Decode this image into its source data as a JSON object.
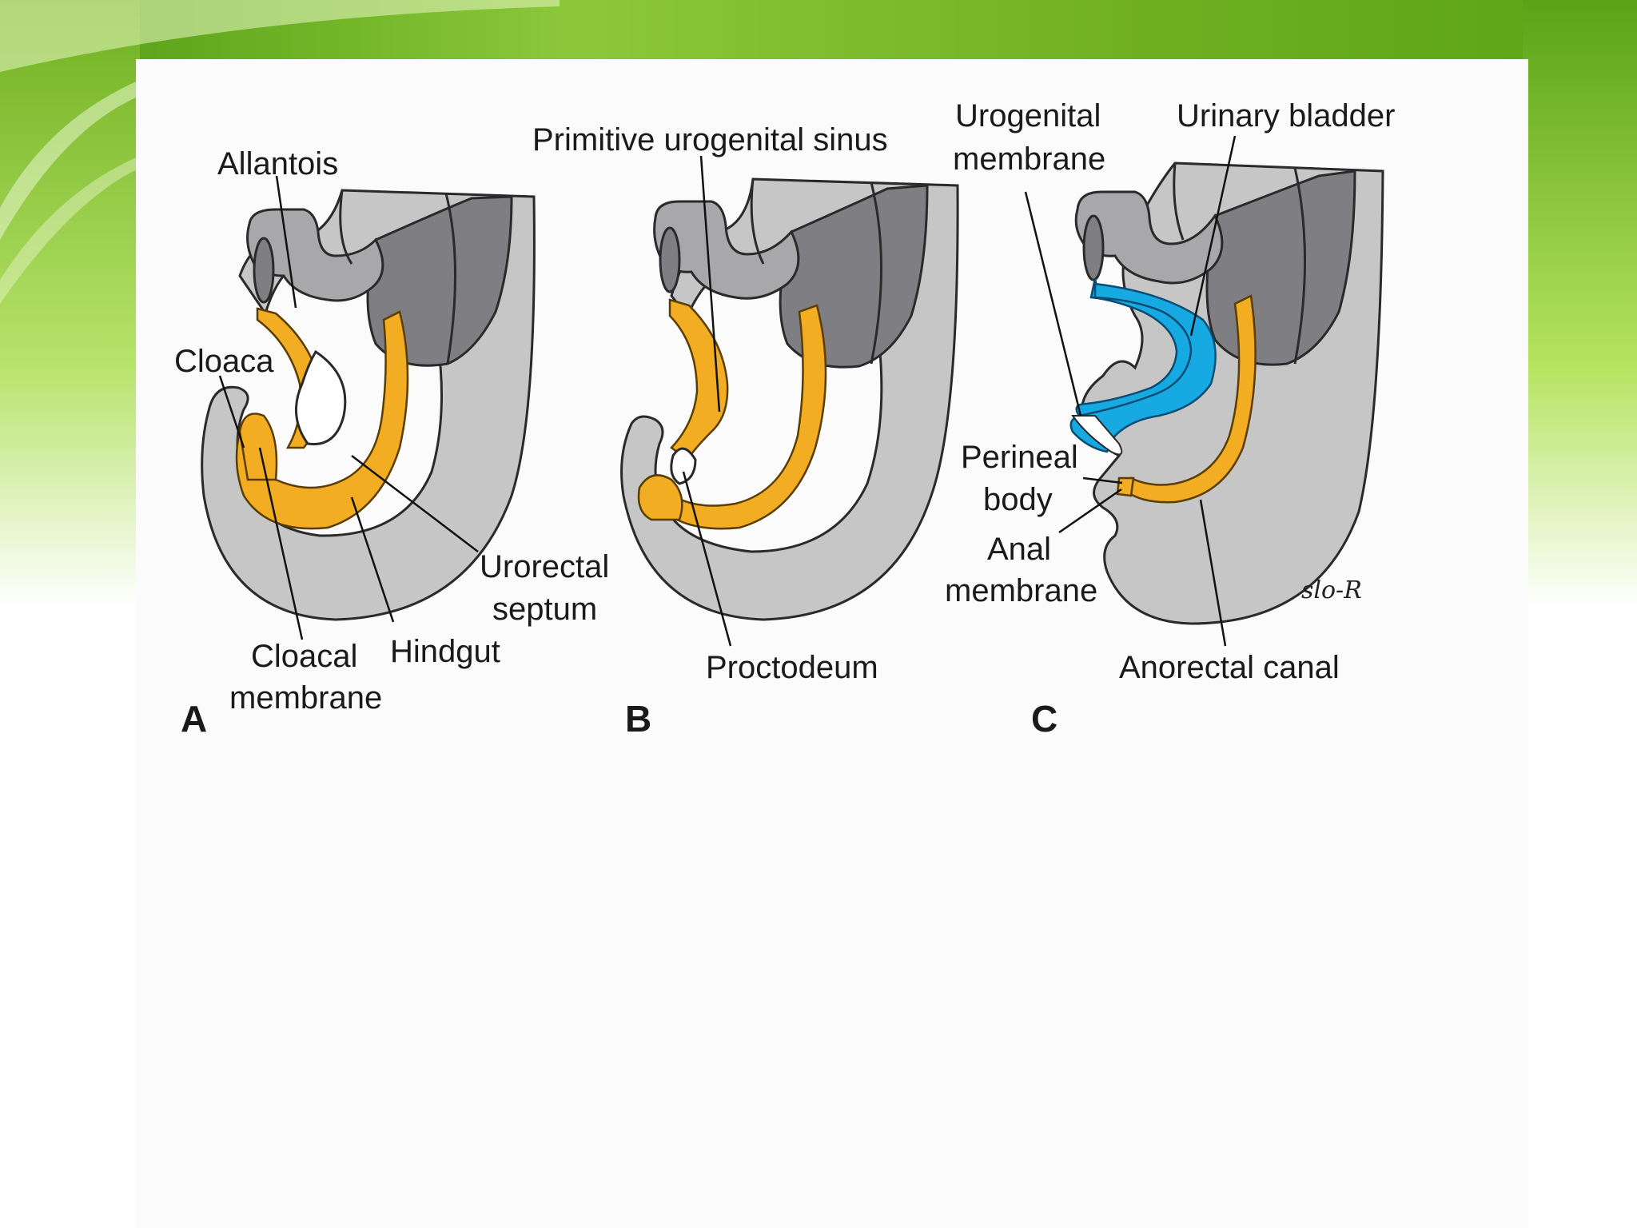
{
  "slide": {
    "theme_colors": {
      "green_dark": "#4f9a12",
      "green_light": "#a9dc4a",
      "organ_gold": "#f3ad22",
      "organ_blue": "#17a9e1",
      "tissue_gray": "#c6c6c6"
    }
  },
  "figure": {
    "panels": [
      {
        "letter": "A",
        "labels": {
          "allantois": "Allantois",
          "cloaca": "Cloaca",
          "urorectal_septum_1": "Urorectal",
          "urorectal_septum_2": "septum",
          "cloacal_membrane_1": "Cloacal",
          "cloacal_membrane_2": "membrane",
          "hindgut": "Hindgut"
        }
      },
      {
        "letter": "B",
        "labels": {
          "primitive_urogenital_sinus": "Primitive urogenital sinus",
          "proctodeum": "Proctodeum"
        }
      },
      {
        "letter": "C",
        "labels": {
          "urogenital_membrane_1": "Urogenital",
          "urogenital_membrane_2": "membrane",
          "urinary_bladder": "Urinary bladder",
          "perineal_body_1": "Perineal",
          "perineal_body_2": "body",
          "anal_membrane_1": "Anal",
          "anal_membrane_2": "membrane",
          "anorectal_canal": "Anorectal canal"
        },
        "signature": "slo-R"
      }
    ]
  }
}
